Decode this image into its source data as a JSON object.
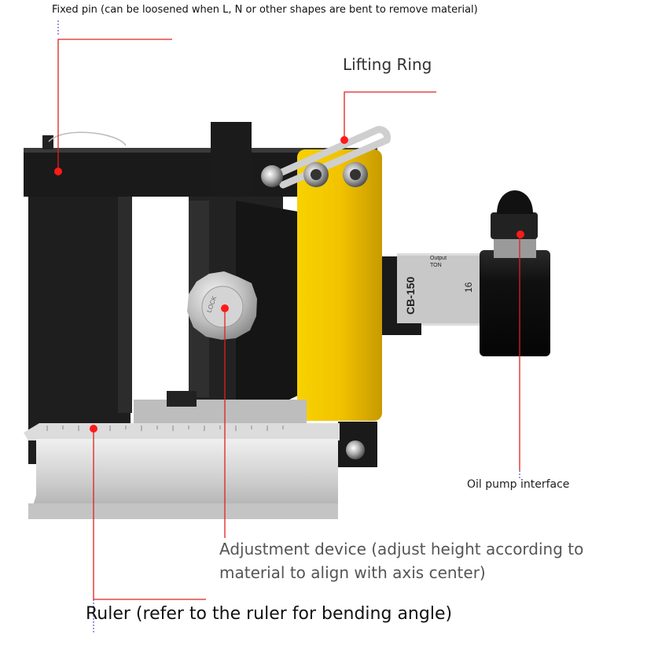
{
  "labels": {
    "fixed_pin": "Fixed pin (can be loosened when L, N or other shapes are bent to remove material)",
    "lifting_ring": "Lifting Ring",
    "oil_pump": "Oil pump interface",
    "adjustment": "Adjustment device (adjust height according to material to align with axis center)",
    "ruler": "Ruler (refer to the ruler for bending angle)"
  },
  "product": {
    "model_text": "CB-150",
    "output_label": "Output",
    "ton_label": "TON",
    "tonnage": "16",
    "knob_text": "LOCK"
  },
  "colors": {
    "leader_line": "#e02020",
    "marker_dot": "#ff1a1a",
    "frame": "#1c1c1c",
    "housing": "#f2c300",
    "cylinder": "#111111",
    "rail": "#d8d8d8"
  }
}
